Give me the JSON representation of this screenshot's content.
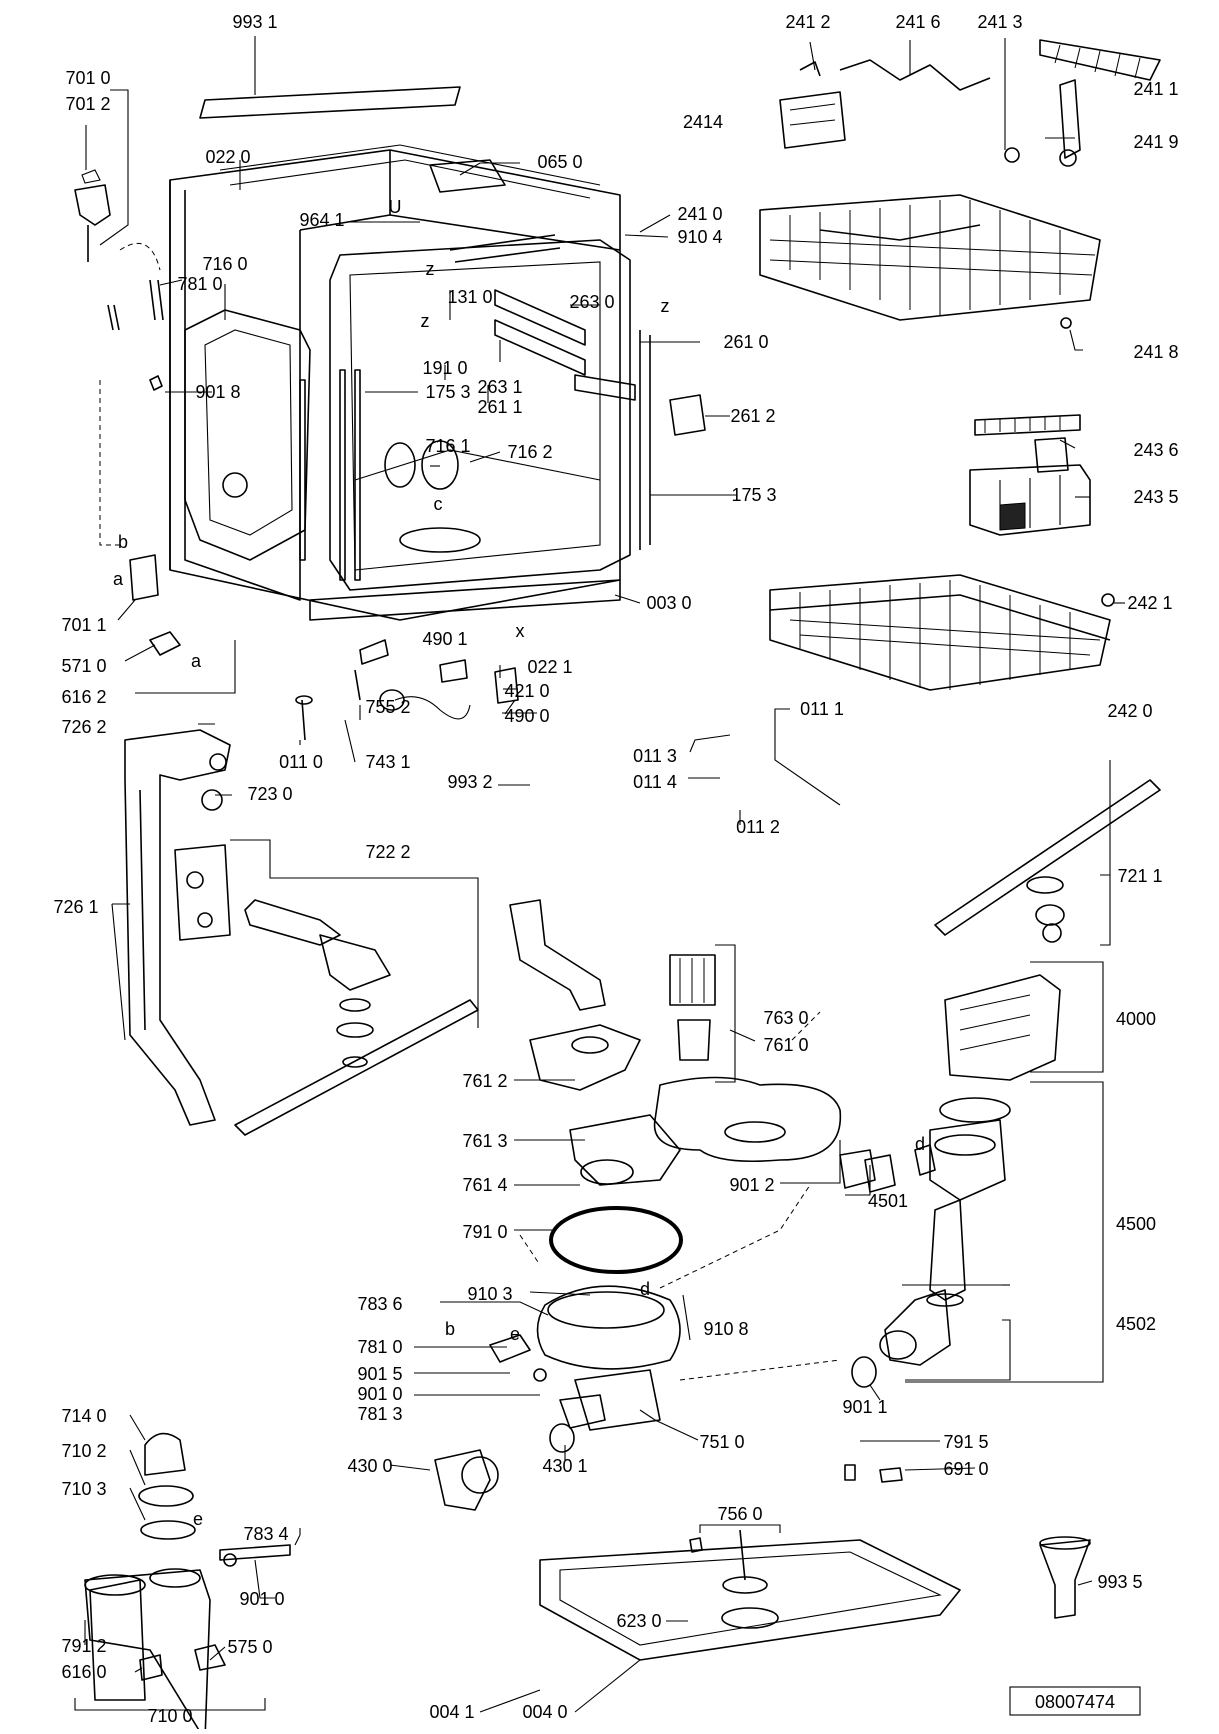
{
  "diagram": {
    "labels": [
      {
        "id": "l1",
        "text": "993 1"
      },
      {
        "id": "l2",
        "text": "701 0"
      },
      {
        "id": "l3",
        "text": "701 2"
      },
      {
        "id": "l4",
        "text": "022 0"
      },
      {
        "id": "l5",
        "text": "065 0"
      },
      {
        "id": "l6",
        "text": "241 2"
      },
      {
        "id": "l7",
        "text": "241 6"
      },
      {
        "id": "l8",
        "text": "241 3"
      },
      {
        "id": "l9",
        "text": "241 1"
      },
      {
        "id": "l10",
        "text": "2414"
      },
      {
        "id": "l11",
        "text": "241 9"
      },
      {
        "id": "l12",
        "text": "241 0"
      },
      {
        "id": "l13",
        "text": "910 4"
      },
      {
        "id": "l14",
        "text": "964 1"
      },
      {
        "id": "l15",
        "text": "716 0"
      },
      {
        "id": "l16",
        "text": "781 0"
      },
      {
        "id": "l17",
        "text": "131 0"
      },
      {
        "id": "l18",
        "text": "263 0"
      },
      {
        "id": "l19",
        "text": "261 0"
      },
      {
        "id": "l20",
        "text": "241 8"
      },
      {
        "id": "l21",
        "text": "191 0"
      },
      {
        "id": "l22",
        "text": "263 1"
      },
      {
        "id": "l23",
        "text": "901 8"
      },
      {
        "id": "l24",
        "text": "175 3"
      },
      {
        "id": "l25",
        "text": "261 1"
      },
      {
        "id": "l26",
        "text": "261 2"
      },
      {
        "id": "l27",
        "text": "716 1"
      },
      {
        "id": "l28",
        "text": "716 2"
      },
      {
        "id": "l29",
        "text": "243 6"
      },
      {
        "id": "l30",
        "text": "175 3"
      },
      {
        "id": "l31",
        "text": "243 5"
      },
      {
        "id": "l32",
        "text": "003 0"
      },
      {
        "id": "l33",
        "text": "701 1"
      },
      {
        "id": "l34",
        "text": "242 1"
      },
      {
        "id": "l35",
        "text": "571 0"
      },
      {
        "id": "l36",
        "text": "490 1"
      },
      {
        "id": "l37",
        "text": "022 1"
      },
      {
        "id": "l38",
        "text": "616 2"
      },
      {
        "id": "l39",
        "text": "421 0"
      },
      {
        "id": "l40",
        "text": "242 0"
      },
      {
        "id": "l41",
        "text": "490 0"
      },
      {
        "id": "l42",
        "text": "011 1"
      },
      {
        "id": "l43",
        "text": "726 2"
      },
      {
        "id": "l44",
        "text": "755 2"
      },
      {
        "id": "l45",
        "text": "011 0"
      },
      {
        "id": "l46",
        "text": "743 1"
      },
      {
        "id": "l47",
        "text": "011 3"
      },
      {
        "id": "l48",
        "text": "993 2"
      },
      {
        "id": "l49",
        "text": "011 4"
      },
      {
        "id": "l50",
        "text": "723 0"
      },
      {
        "id": "l51",
        "text": "011 2"
      },
      {
        "id": "l52",
        "text": "722 2"
      },
      {
        "id": "l53",
        "text": "726 1"
      },
      {
        "id": "l54",
        "text": "721 1"
      },
      {
        "id": "l55",
        "text": "763 0"
      },
      {
        "id": "l56",
        "text": "4000"
      },
      {
        "id": "l57",
        "text": "761 0"
      },
      {
        "id": "l58",
        "text": "761 2"
      },
      {
        "id": "l59",
        "text": "761 3"
      },
      {
        "id": "l60",
        "text": "761 4"
      },
      {
        "id": "l61",
        "text": "901 2"
      },
      {
        "id": "l62",
        "text": "4501"
      },
      {
        "id": "l63",
        "text": "4500"
      },
      {
        "id": "l64",
        "text": "791 0"
      },
      {
        "id": "l65",
        "text": "783 6"
      },
      {
        "id": "l66",
        "text": "910 3"
      },
      {
        "id": "l67",
        "text": "910 8"
      },
      {
        "id": "l68",
        "text": "4502"
      },
      {
        "id": "l69",
        "text": "781 0"
      },
      {
        "id": "l70",
        "text": "901 5"
      },
      {
        "id": "l71",
        "text": "901 0"
      },
      {
        "id": "l72",
        "text": "781 3"
      },
      {
        "id": "l73",
        "text": "901 1"
      },
      {
        "id": "l74",
        "text": "714 0"
      },
      {
        "id": "l75",
        "text": "751 0"
      },
      {
        "id": "l76",
        "text": "710 2"
      },
      {
        "id": "l77",
        "text": "791 5"
      },
      {
        "id": "l78",
        "text": "430 0"
      },
      {
        "id": "l79",
        "text": "430 1"
      },
      {
        "id": "l80",
        "text": "691 0"
      },
      {
        "id": "l81",
        "text": "710 3"
      },
      {
        "id": "l82",
        "text": "783 4"
      },
      {
        "id": "l83",
        "text": "756 0"
      },
      {
        "id": "l84",
        "text": "901 0"
      },
      {
        "id": "l85",
        "text": "623 0"
      },
      {
        "id": "l86",
        "text": "993 5"
      },
      {
        "id": "l87",
        "text": "791 2"
      },
      {
        "id": "l88",
        "text": "575 0"
      },
      {
        "id": "l89",
        "text": "616 0"
      },
      {
        "id": "l90",
        "text": "004 1"
      },
      {
        "id": "l91",
        "text": "004 0"
      },
      {
        "id": "l92",
        "text": "710 0"
      }
    ],
    "markers": [
      {
        "id": "m1",
        "text": "z"
      },
      {
        "id": "m2",
        "text": "z"
      },
      {
        "id": "m3",
        "text": "z"
      },
      {
        "id": "m4",
        "text": "U"
      },
      {
        "id": "m5",
        "text": "c"
      },
      {
        "id": "m6",
        "text": "x"
      },
      {
        "id": "m7",
        "text": "b"
      },
      {
        "id": "m8",
        "text": "a"
      },
      {
        "id": "m9",
        "text": "a"
      },
      {
        "id": "m10",
        "text": "d"
      },
      {
        "id": "m11",
        "text": "d"
      },
      {
        "id": "m12",
        "text": "b"
      },
      {
        "id": "m13",
        "text": "e"
      },
      {
        "id": "m14",
        "text": "e"
      }
    ],
    "drawing_code": "08007474"
  }
}
